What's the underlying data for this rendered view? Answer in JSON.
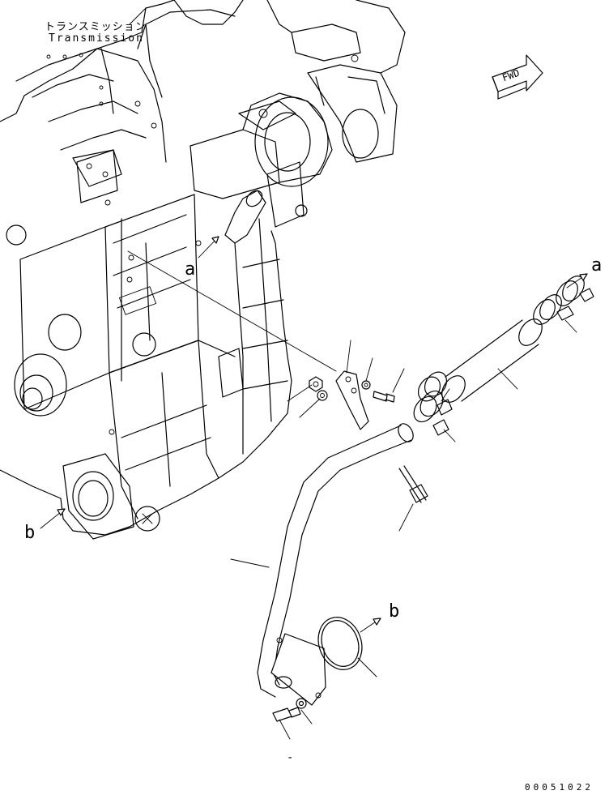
{
  "labels": {
    "transmission_jp": "トランスミッション",
    "transmission_en": "Transmission",
    "fwd": "FWD",
    "ref_a_top": "a",
    "ref_a_left": "a",
    "ref_b_left": "b",
    "ref_b_bottom": "b",
    "dash": "-",
    "drawing_code": "00051022"
  },
  "icons": {
    "fwd_arrow": "fwd-arrow-icon"
  }
}
